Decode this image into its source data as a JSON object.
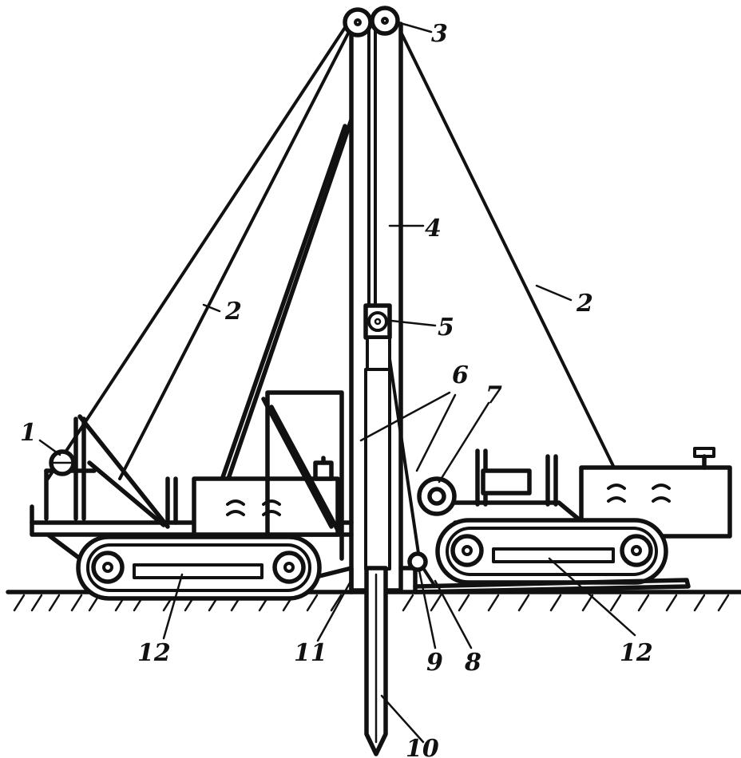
{
  "figure": {
    "labels": [
      {
        "id": "1",
        "text": "1"
      },
      {
        "id": "2a",
        "text": "2"
      },
      {
        "id": "2b",
        "text": "2"
      },
      {
        "id": "3",
        "text": "3"
      },
      {
        "id": "4",
        "text": "4"
      },
      {
        "id": "5",
        "text": "5"
      },
      {
        "id": "6",
        "text": "6"
      },
      {
        "id": "7",
        "text": "7"
      },
      {
        "id": "8",
        "text": "8"
      },
      {
        "id": "9",
        "text": "9"
      },
      {
        "id": "10",
        "text": "10"
      },
      {
        "id": "11",
        "text": "11"
      },
      {
        "id": "12a",
        "text": "12"
      },
      {
        "id": "12b",
        "text": "12"
      }
    ]
  },
  "style": {
    "ink": "#111111",
    "background": "#ffffff"
  }
}
